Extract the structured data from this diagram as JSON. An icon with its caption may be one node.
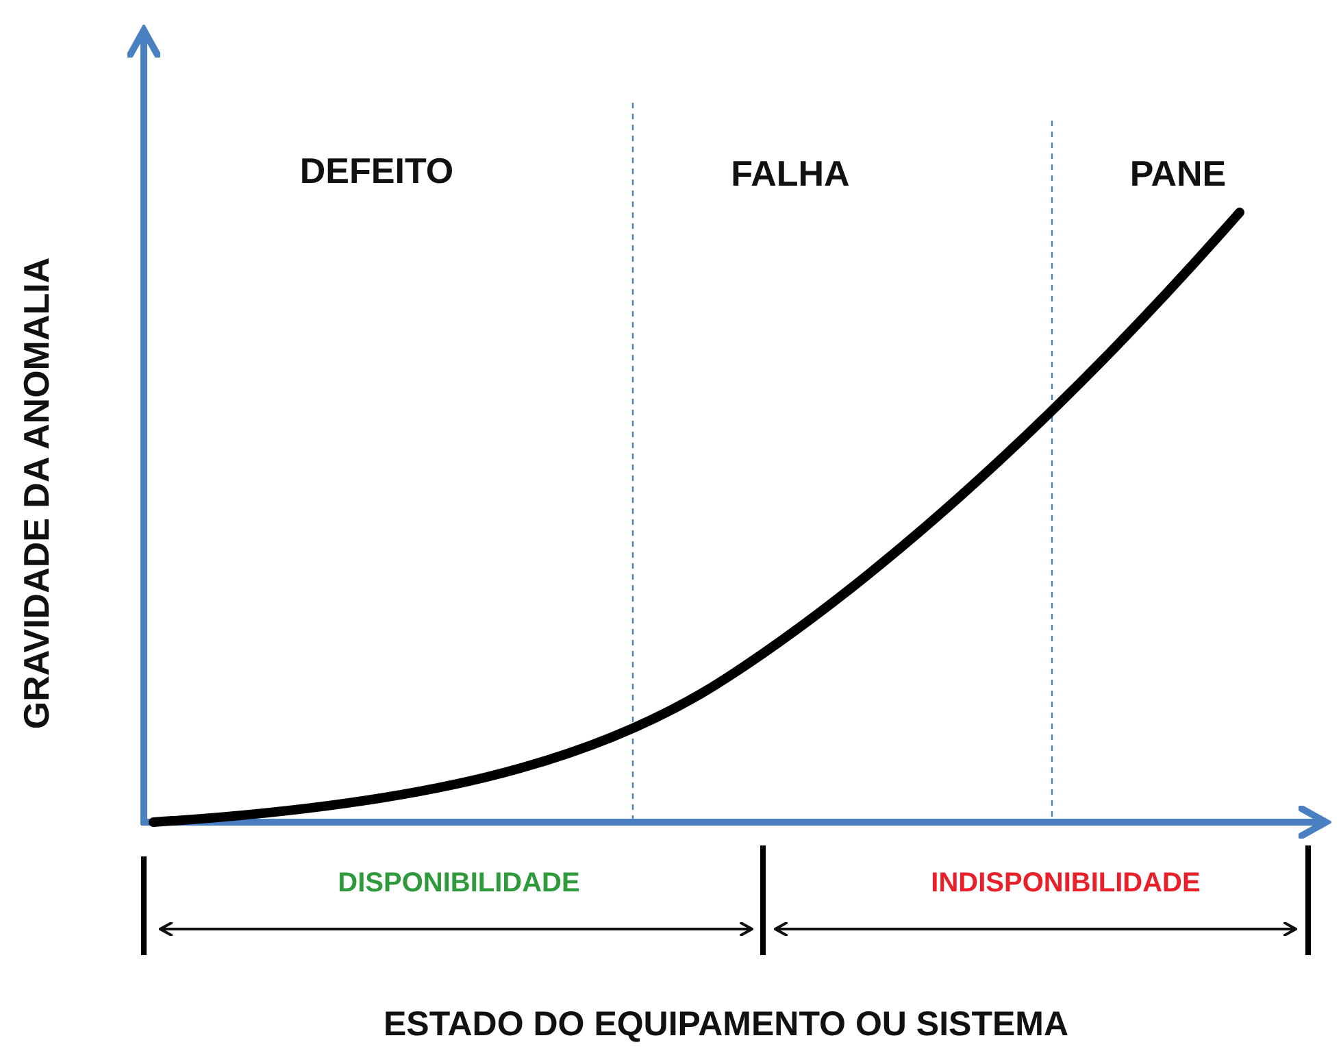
{
  "diagram": {
    "labels": [
      "DEFEITO",
      "FALHA",
      "PANE",
      "GRAVIDADE DA ANOMALIA",
      "DISPONIBILIDADE",
      "INDISPONIBILIDADE",
      "ESTADO DO EQUIPAMENTO OU SISTEMA"
    ]
  }
}
